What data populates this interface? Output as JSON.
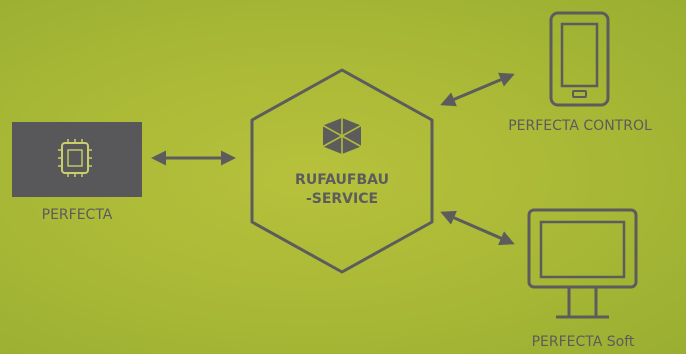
{
  "nodes": {
    "perfecta": {
      "label": "PERFECTA",
      "icon": "processor-chip-icon"
    },
    "service": {
      "line1": "RUFAUFBAU",
      "line2": "-SERVICE",
      "icon": "connection-star-icon"
    },
    "control": {
      "label": "PERFECTA CONTROL",
      "icon": "smartphone-icon"
    },
    "soft": {
      "label": "PERFECTA Soft",
      "icon": "monitor-icon"
    }
  },
  "colors": {
    "background": "#a8b836",
    "icon_gray": "#5c5c5c",
    "text": "#5c5c5c",
    "device_panel": "#58585a",
    "chip": "#c9cf6a"
  }
}
